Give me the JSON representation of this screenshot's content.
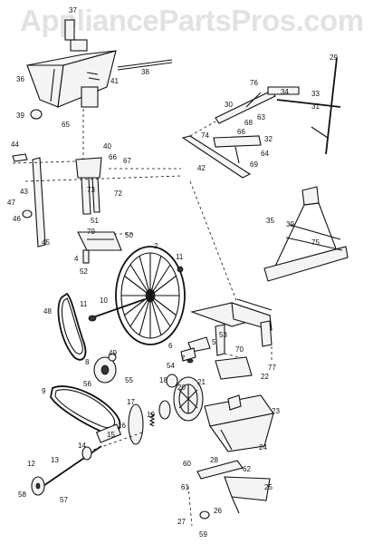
{
  "watermark": "AppliancePartsPros.com",
  "part_labels": {
    "p2": "2",
    "p4": "4",
    "p5": "5",
    "p6": "6",
    "p7": "7",
    "p8": "8",
    "p9": "9",
    "p10": "10",
    "p11a": "11",
    "p11b": "11",
    "p12": "12",
    "p13": "13",
    "p14": "14",
    "p15": "15",
    "p16": "16",
    "p17": "17",
    "p18": "18",
    "p19": "19",
    "p20": "20",
    "p21": "21",
    "p22": "22",
    "p23": "23",
    "p24": "24",
    "p25": "25",
    "p26": "26",
    "p27": "27",
    "p28": "28",
    "p29": "29",
    "p30": "30",
    "p31": "31",
    "p32": "32",
    "p33": "33",
    "p34": "34",
    "p35": "35",
    "p36": "36",
    "p37": "37",
    "p38": "38",
    "p39a": "39",
    "p39b": "39",
    "p40": "40",
    "p41": "41",
    "p42": "42",
    "p43": "43",
    "p44": "44",
    "p45": "45",
    "p46": "46",
    "p47": "47",
    "p48": "48",
    "p49": "49",
    "p50": "50",
    "p51": "51",
    "p52": "52",
    "p53": "53",
    "p54": "54",
    "p55": "55",
    "p56": "56",
    "p57": "57",
    "p58": "58",
    "p59": "59",
    "p60": "60",
    "p61": "61",
    "p62": "62",
    "p63": "63",
    "p64": "64",
    "p65": "65",
    "p66a": "66",
    "p66b": "66",
    "p67": "67",
    "p68": "68",
    "p69": "69",
    "p70": "70",
    "p72": "72",
    "p73": "73",
    "p74": "74",
    "p75": "75",
    "p76": "76",
    "p77": "77",
    "p79": "79"
  }
}
